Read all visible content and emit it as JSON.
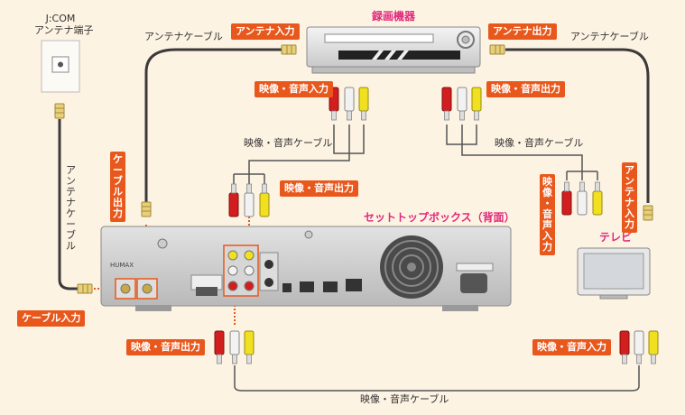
{
  "jcom": {
    "line1": "J:COM",
    "line2": "アンテナ端子"
  },
  "recorder": {
    "title": "録画機器"
  },
  "stb": {
    "title": "セットトップボックス（背面）",
    "brand": "HUMAX"
  },
  "tv": {
    "title": "テレビ"
  },
  "labels": {
    "antenna_cable_left": "アンテナケーブル",
    "antenna_cable_right": "アンテナケーブル",
    "antenna_cable_vertical": "アンテナケーブル",
    "av_cable_left": "映像・音声ケーブル",
    "av_cable_right": "映像・音声ケーブル",
    "av_cable_bottom": "映像・音声ケーブル"
  },
  "badges": {
    "antenna_in": "アンテナ入力",
    "antenna_out": "アンテナ出力",
    "rec_av_in": "映像・音声入力",
    "rec_av_out": "映像・音声出力",
    "stb_av_out": "映像・音声出力",
    "cable_out_v": "ケーブル出力",
    "cable_in": "ケーブル入力",
    "tv_av_in_v": "映像・音声入力",
    "tv_antenna_in_v": "アンテナ入力",
    "bottom_av_out": "映像・音声出力",
    "bottom_av_in": "映像・音声入力"
  }
}
